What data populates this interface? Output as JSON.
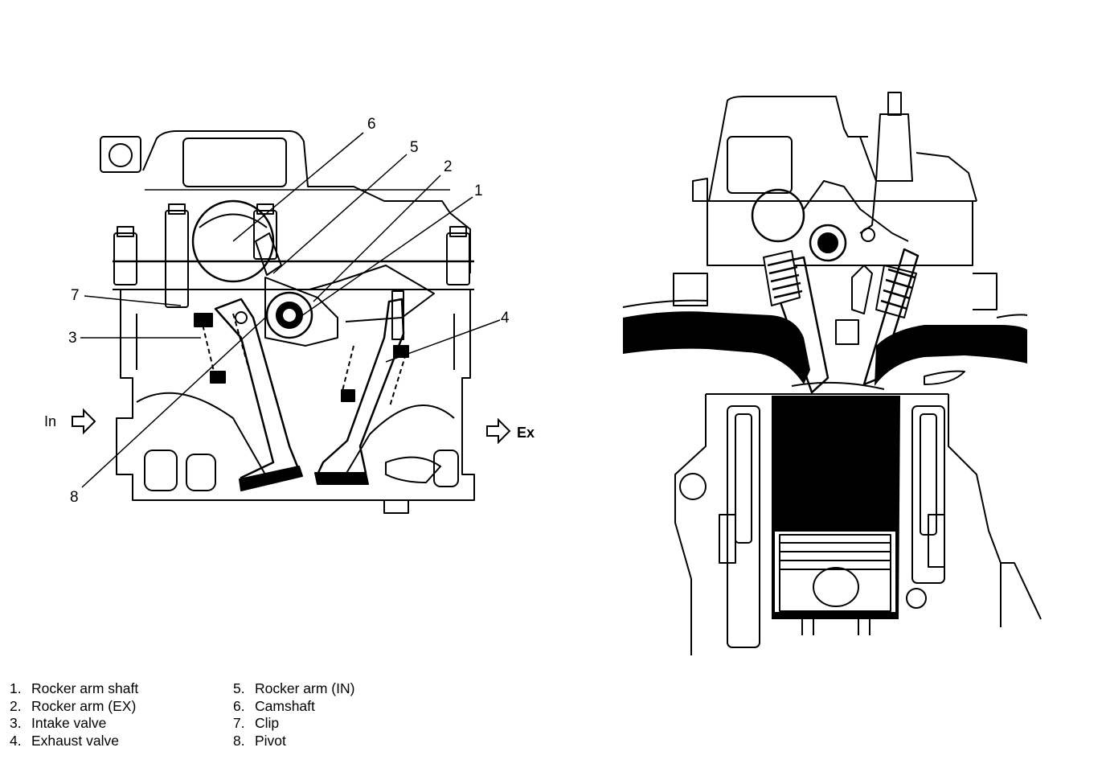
{
  "callouts": {
    "c1": "1",
    "c2": "2",
    "c3": "3",
    "c4": "4",
    "c5": "5",
    "c6": "6",
    "c7": "7",
    "c8": "8"
  },
  "flow": {
    "intake": "In",
    "exhaust": "Ex"
  },
  "legend": {
    "left": [
      {
        "num": "1.",
        "label": "Rocker arm shaft"
      },
      {
        "num": "2.",
        "label": "Rocker arm (EX)"
      },
      {
        "num": "3.",
        "label": "Intake valve"
      },
      {
        "num": "4.",
        "label": "Exhaust valve"
      }
    ],
    "right": [
      {
        "num": "5.",
        "label": "Rocker arm (IN)"
      },
      {
        "num": "6.",
        "label": "Camshaft"
      },
      {
        "num": "7.",
        "label": "Clip"
      },
      {
        "num": "8.",
        "label": "Pivot"
      }
    ]
  },
  "colors": {
    "ink": "#000000",
    "paper": "#ffffff"
  }
}
